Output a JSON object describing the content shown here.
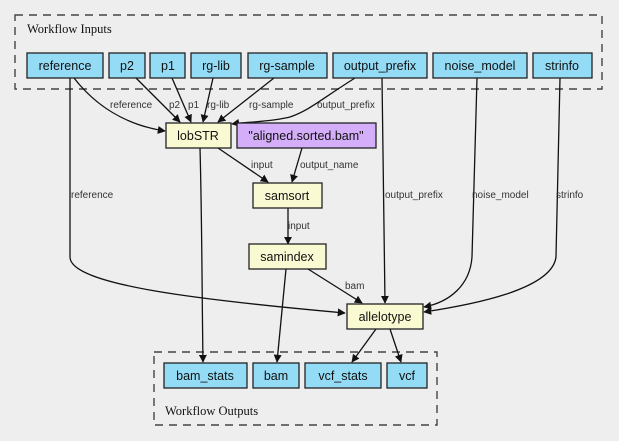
{
  "colors": {
    "background": "#eeeeee",
    "io_node": "#94dcf5",
    "step_node": "#fafad2",
    "constant_node": "#d4aef8",
    "edge": "#111111"
  },
  "clusters": {
    "inputs": {
      "label": "Workflow Inputs"
    },
    "outputs": {
      "label": "Workflow Outputs"
    }
  },
  "nodes": {
    "reference": {
      "label": "reference",
      "kind": "input"
    },
    "p2": {
      "label": "p2",
      "kind": "input"
    },
    "p1": {
      "label": "p1",
      "kind": "input"
    },
    "rg_lib": {
      "label": "rg-lib",
      "kind": "input"
    },
    "rg_sample": {
      "label": "rg-sample",
      "kind": "input"
    },
    "output_prefix": {
      "label": "output_prefix",
      "kind": "input"
    },
    "noise_model": {
      "label": "noise_model",
      "kind": "input"
    },
    "strinfo": {
      "label": "strinfo",
      "kind": "input"
    },
    "lobstr": {
      "label": "lobSTR",
      "kind": "step"
    },
    "aligned_const": {
      "label": "\"aligned.sorted.bam\"",
      "kind": "constant"
    },
    "samsort": {
      "label": "samsort",
      "kind": "step"
    },
    "samindex": {
      "label": "samindex",
      "kind": "step"
    },
    "allelotype": {
      "label": "allelotype",
      "kind": "step"
    },
    "bam_stats": {
      "label": "bam_stats",
      "kind": "output"
    },
    "bam": {
      "label": "bam",
      "kind": "output"
    },
    "vcf_stats": {
      "label": "vcf_stats",
      "kind": "output"
    },
    "vcf": {
      "label": "vcf",
      "kind": "output"
    }
  },
  "edges": [
    {
      "from": "reference",
      "to": "lobstr",
      "label": "reference"
    },
    {
      "from": "p2",
      "to": "lobstr",
      "label": "p2"
    },
    {
      "from": "p1",
      "to": "lobstr",
      "label": "p1"
    },
    {
      "from": "rg_lib",
      "to": "lobstr",
      "label": "rg-lib"
    },
    {
      "from": "rg_sample",
      "to": "lobstr",
      "label": "rg-sample"
    },
    {
      "from": "output_prefix",
      "to": "lobstr",
      "label": "output_prefix"
    },
    {
      "from": "lobstr",
      "to": "samsort",
      "label": "input"
    },
    {
      "from": "aligned_const",
      "to": "samsort",
      "label": "output_name"
    },
    {
      "from": "samsort",
      "to": "samindex",
      "label": "input"
    },
    {
      "from": "samindex",
      "to": "allelotype",
      "label": "bam"
    },
    {
      "from": "reference",
      "to": "allelotype",
      "label": "reference"
    },
    {
      "from": "output_prefix",
      "to": "allelotype",
      "label": "output_prefix"
    },
    {
      "from": "noise_model",
      "to": "allelotype",
      "label": "noise_model"
    },
    {
      "from": "strinfo",
      "to": "allelotype",
      "label": "strinfo"
    },
    {
      "from": "lobstr",
      "to": "bam_stats",
      "label": ""
    },
    {
      "from": "samindex",
      "to": "bam",
      "label": ""
    },
    {
      "from": "allelotype",
      "to": "vcf_stats",
      "label": ""
    },
    {
      "from": "allelotype",
      "to": "vcf",
      "label": ""
    }
  ]
}
